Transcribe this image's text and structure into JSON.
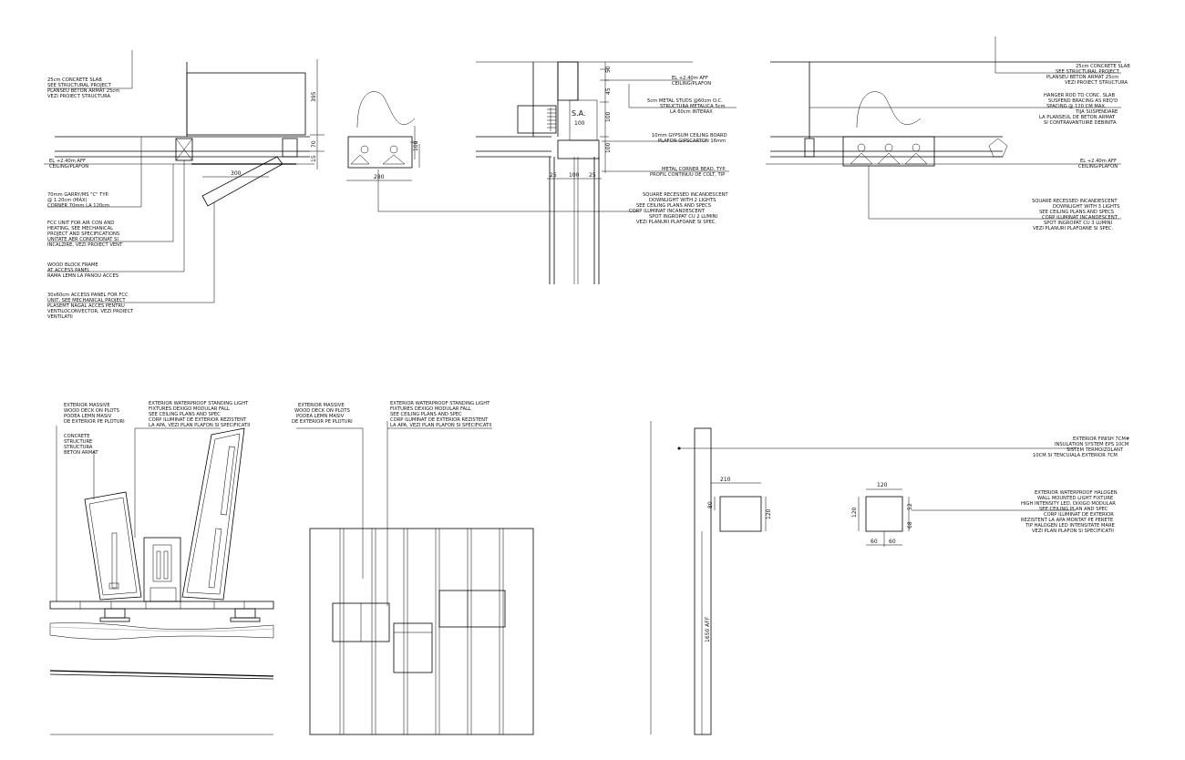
{
  "detail1": {
    "note_slab": [
      "25cm CONCRETE SLAB",
      "SEE STRUCTURAL PROJECT",
      "PLANSEU BETON ARMAT 25cm",
      "VEZI PROIECT STRUCTURA"
    ],
    "note_ceiling": [
      "EL +2.40m AFF",
      "CEILING/PLAFON"
    ],
    "note_garry": [
      "70mm GARRY/MS \"C\" TYP.",
      "@ 1.20cm (MAX)",
      "CORNER 70mm LA 120cm"
    ],
    "note_fcu": [
      "FCC UNIT FOR AIR CON AND",
      "HEATING, SEE MECHANICAL",
      "PROJECT AND SPECIFICATIONS",
      "UNITATE AER CONDITIONAT SI",
      "INCALZIRE, VEZI PROIECT VENT"
    ],
    "note_frame": [
      "WOOD BLOCK FRAME",
      "AT ACCESS PANEL",
      "RAMA LEMN LA PANOU ACCES"
    ],
    "note_panel": [
      "30x60cm ACCESS PANEL FOR FCC",
      "UNIT, SEE MECHANICAL PROJECT",
      "PLASEMT NAGAL ACCES PENTRU",
      "VENTILOCONVECTOR, VEZI PROIECT",
      "VENTILATII"
    ],
    "dim_395": "395",
    "dim_70": "70",
    "dim_15": "15",
    "dim_300": "300"
  },
  "detail2": {
    "dim_280": "280",
    "dim_100a": "100",
    "sa_label": "S.A.",
    "dim_100b": "100",
    "dim_25a": "25",
    "dim_100c": "100",
    "dim_25b": "25",
    "dim_50": "50",
    "dim_45": "45",
    "dim_100d": "100",
    "dim_100e": "100",
    "note_el": [
      "EL +2.40m AFF",
      "CEILING/PLAFON"
    ],
    "note_studs": [
      "5cm METAL STUDS @60cm O.C.",
      "STRUCTURA METALICA 5cm",
      "LA 60cm INTERAX"
    ],
    "note_board": [
      "10mm GYPSUM CEILING BOARD",
      "PLAFON GIPSCARTON 16mm"
    ],
    "note_bead": [
      "METAL CORNER BEAD, TYP.",
      "PROFIL CONTINUU DE COLT, TIP"
    ],
    "note_light": [
      "SQUARE RECESSED INCANDESCENT",
      "DOWNLIGHT WITH 2 LIGHTS",
      "SEE CEILING PLANS AND SPECS",
      "CORP ILUMINAT INCANDESCENT",
      "SPOT INGROPAT CU 2 LUMINI",
      "VEZI PLANURI PLAFOANE SI SPEC."
    ]
  },
  "detail3": {
    "note_slab": [
      "25cm CONCRETE SLAB",
      "SEE STRUCTURAL PROJECT",
      "PLANSEU BETON ARMAT 25cm",
      "VEZI PROIECT STRUCTURA"
    ],
    "note_hanger": [
      "HANGER ROD TO CONC. SLAB",
      "SUSPEND BRACING AS REQ'D",
      "SPACING @ 120 CM MAX.",
      "TIJA SUSPENDARE",
      "LA PLANSEUL DE BETON ARMAT",
      "SI CONTRAVANTUIRE DEBINITA"
    ],
    "note_el": [
      "EL +2.40m AFF",
      "CEILING/PLAFON"
    ],
    "note_light": [
      "SQUARE RECESSED INCANDESCENT",
      "DOWNLIGHT WITH 3 LIGHTS",
      "SEE CEILING PLANS AND SPECS",
      "CORP ILUMINAT INCANDESCENT",
      "SPOT INGROPAT CU 3 LUMINI",
      "VEZI PLANURI PLAFOANE SI SPEC."
    ]
  },
  "detail4": {
    "note_deck": [
      "EXTERIOR MASSIVE",
      "WOOD DECK ON PLOTS",
      "PODEA LEMN MASIV",
      "DE EXTERIOR PE PLOTURI"
    ],
    "note_struct": [
      "CONCRETE",
      "STRUCTURE",
      "STRUCTURA",
      "BETON ARMAT"
    ],
    "note_light": [
      "EXTERIOR WATERPROOF STANDING LIGHT",
      "FIXTURES DEXIGO MODULAR FALL",
      "SEE CEILING PLANS AND SPEC",
      "CORP ILUMINAT DE EXTERIOR REZISTENT",
      "LA APA, VEZI PLAN PLAFON SI SPECIFICATII"
    ]
  },
  "detail5": {
    "note_deck": [
      "EXTERIOR MASSIVE",
      "WOOD DECK ON PLOTS",
      "PODEA LEMN MASIV",
      "DE EXTERIOR PE PLOTURI"
    ],
    "note_light": [
      "EXTERIOR WATERPROOF STANDING LIGHT",
      "FIXTURES DEXIGO MODULAR FALL",
      "SEE CEILING PLANS AND SPEC",
      "CORP ILUMINAT DE EXTERIOR REZISTENT",
      "LA APA, VEZI PLAN PLAFON SI SPECIFICATII"
    ]
  },
  "detail6": {
    "note_finish": [
      "EXTERIOR FINISH 7CM#",
      "INSULATION SYSTEM EPS 10CM",
      "SISTEM TERMOIZOLANT",
      "10CM SI TENCUIALA EXTERIOR 7CM"
    ],
    "note_halogen": [
      "EXTERIOR WATERPROOF HALOGEN",
      "WALL MOUNTED LIGHT FIXTURE",
      "HIGH INTENSITY LED, DIXIGO MODULAR",
      "SEE CEILING PLAN AND SPEC",
      "CORP ILUMINAT DE EXTERIOR",
      "REZISTENT LA APA MONTAT PE PERETE",
      "TIP HALOGEN LED INTENSITATE MARE",
      "VEZI PLAN PLAFON SI SPECIFICATII"
    ],
    "dim_210": "210",
    "dim_80": "80",
    "dim_120a": "120",
    "dim_1650": "1650 AFF",
    "dim_120b": "120",
    "dim_120c": "120",
    "dim_52": "52",
    "dim_68": "68",
    "dim_60a": "60",
    "dim_60b": "60"
  }
}
